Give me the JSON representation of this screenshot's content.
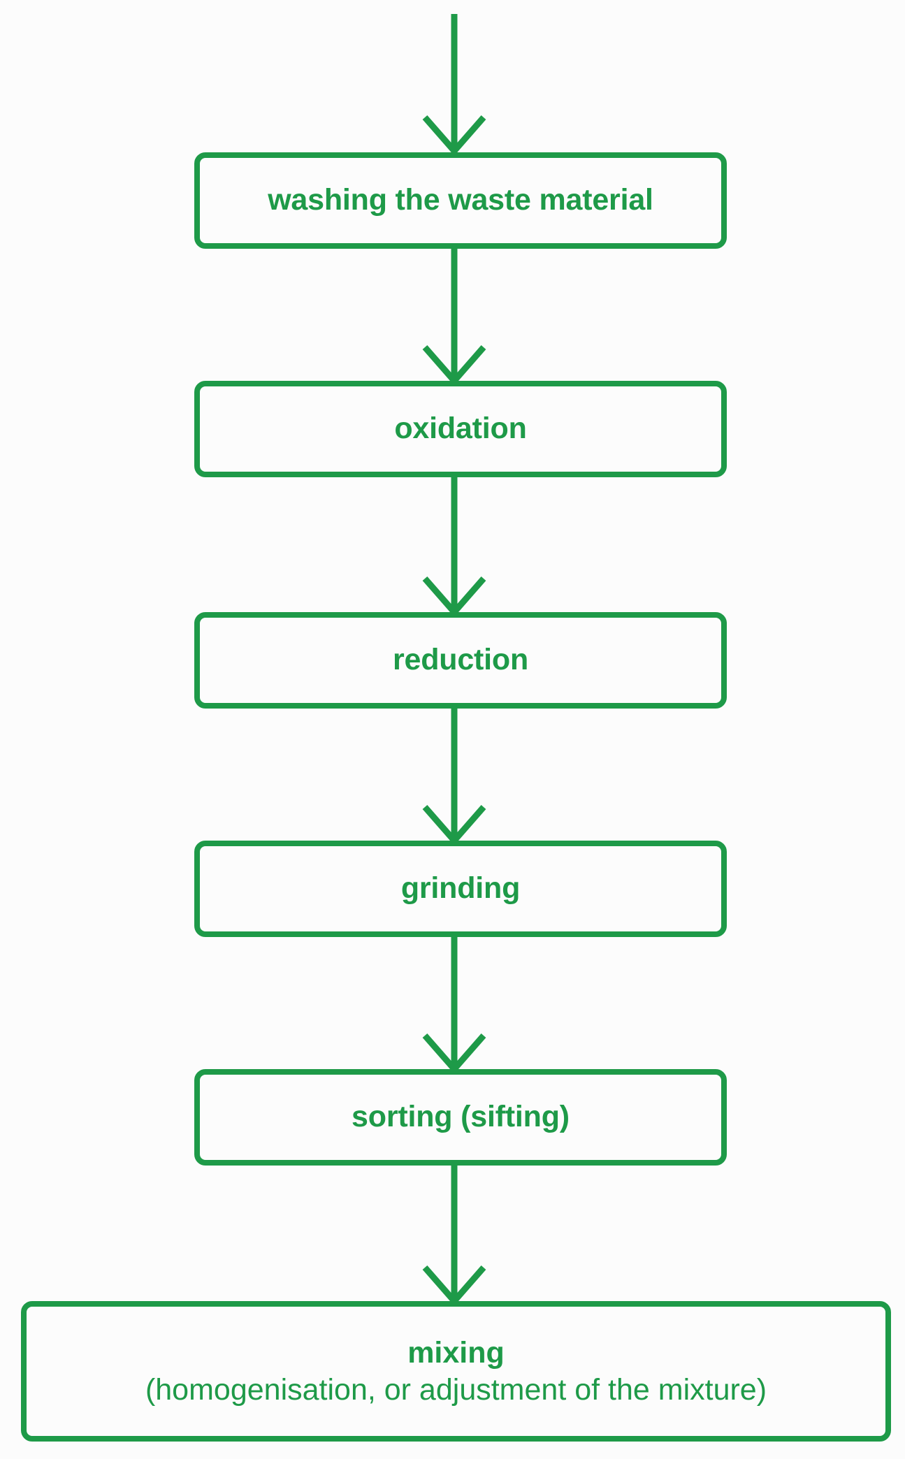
{
  "diagram": {
    "title": "waste material processing flowchart",
    "orientation": "vertical top-to-bottom",
    "accent_color": "#1e9a48",
    "background_color": "#fcfcfc",
    "nodes": [
      {
        "id": "washing",
        "label": "washing the waste material",
        "sublabel": ""
      },
      {
        "id": "oxidation",
        "label": "oxidation",
        "sublabel": ""
      },
      {
        "id": "reduction",
        "label": "reduction",
        "sublabel": ""
      },
      {
        "id": "grinding",
        "label": "grinding",
        "sublabel": ""
      },
      {
        "id": "sorting",
        "label": "sorting (sifting)",
        "sublabel": ""
      },
      {
        "id": "mixing",
        "label": "mixing",
        "sublabel": "(homogenisation, or adjustment of the mixture)"
      }
    ],
    "connectors": [
      {
        "id": "entry-arrow",
        "from": "",
        "to": "washing"
      },
      {
        "id": "washing-to-oxidation",
        "from": "washing",
        "to": "oxidation"
      },
      {
        "id": "oxidation-to-reduction",
        "from": "oxidation",
        "to": "reduction"
      },
      {
        "id": "reduction-to-grinding",
        "from": "reduction",
        "to": "grinding"
      },
      {
        "id": "grinding-to-sorting",
        "from": "grinding",
        "to": "sorting"
      },
      {
        "id": "sorting-to-mixing",
        "from": "sorting",
        "to": "mixing"
      }
    ]
  }
}
